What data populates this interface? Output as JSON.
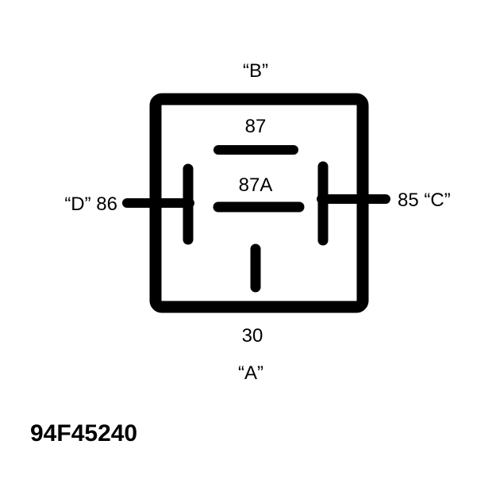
{
  "relay": {
    "labels": {
      "top_letter": "“B”",
      "pin_87": "87",
      "pin_87a": "87A",
      "left": "“D” 86",
      "right": "85 “C”",
      "pin_30": "30",
      "bottom_letter": "“A”"
    },
    "figure_code": "94F45240"
  },
  "colors": {
    "ink": "#000000",
    "background": "#ffffff"
  }
}
